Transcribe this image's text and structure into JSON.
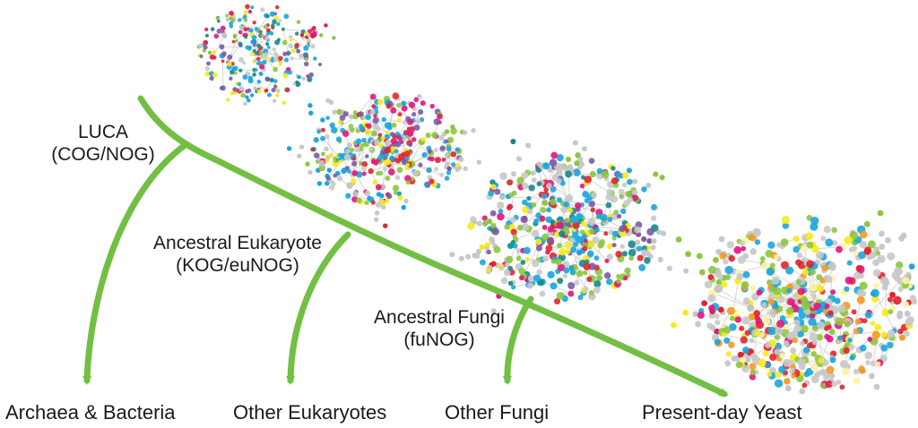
{
  "tree": {
    "branch_color": "#72bf44",
    "nodes": [
      {
        "id": "luca",
        "name": "LUCA",
        "subname": "(COG/NOG)"
      },
      {
        "id": "euk",
        "name": "Ancestral Eukaryote",
        "subname": "(KOG/euNOG)"
      },
      {
        "id": "fungi",
        "name": "Ancestral Fungi",
        "subname": "(fuNOG)"
      }
    ],
    "leaves": [
      {
        "id": "archaea",
        "label": "Archaea & Bacteria"
      },
      {
        "id": "othereuk",
        "label": "Other Eukaryotes"
      },
      {
        "id": "otherfungi",
        "label": "Other Fungi"
      },
      {
        "id": "yeast",
        "label": "Present-day Yeast"
      }
    ]
  },
  "networks": [
    {
      "id": "luca-network",
      "stage": "LUCA"
    },
    {
      "id": "eukaryote-network",
      "stage": "Ancestral Eukaryote"
    },
    {
      "id": "fungi-network",
      "stage": "Ancestral Fungi"
    },
    {
      "id": "yeast-network",
      "stage": "Present-day Yeast"
    }
  ],
  "palette": {
    "blue": "#1aa5df",
    "magenta": "#e2157d",
    "yellow": "#f6eb16",
    "red": "#e3242b",
    "green": "#8cc63f",
    "gray": "#c8c8c8",
    "purple": "#7b5aa6",
    "teal": "#13888c",
    "orange": "#f39a21",
    "pale_yellow": "#fff3a6",
    "dark_blue": "#2a5a9a"
  }
}
